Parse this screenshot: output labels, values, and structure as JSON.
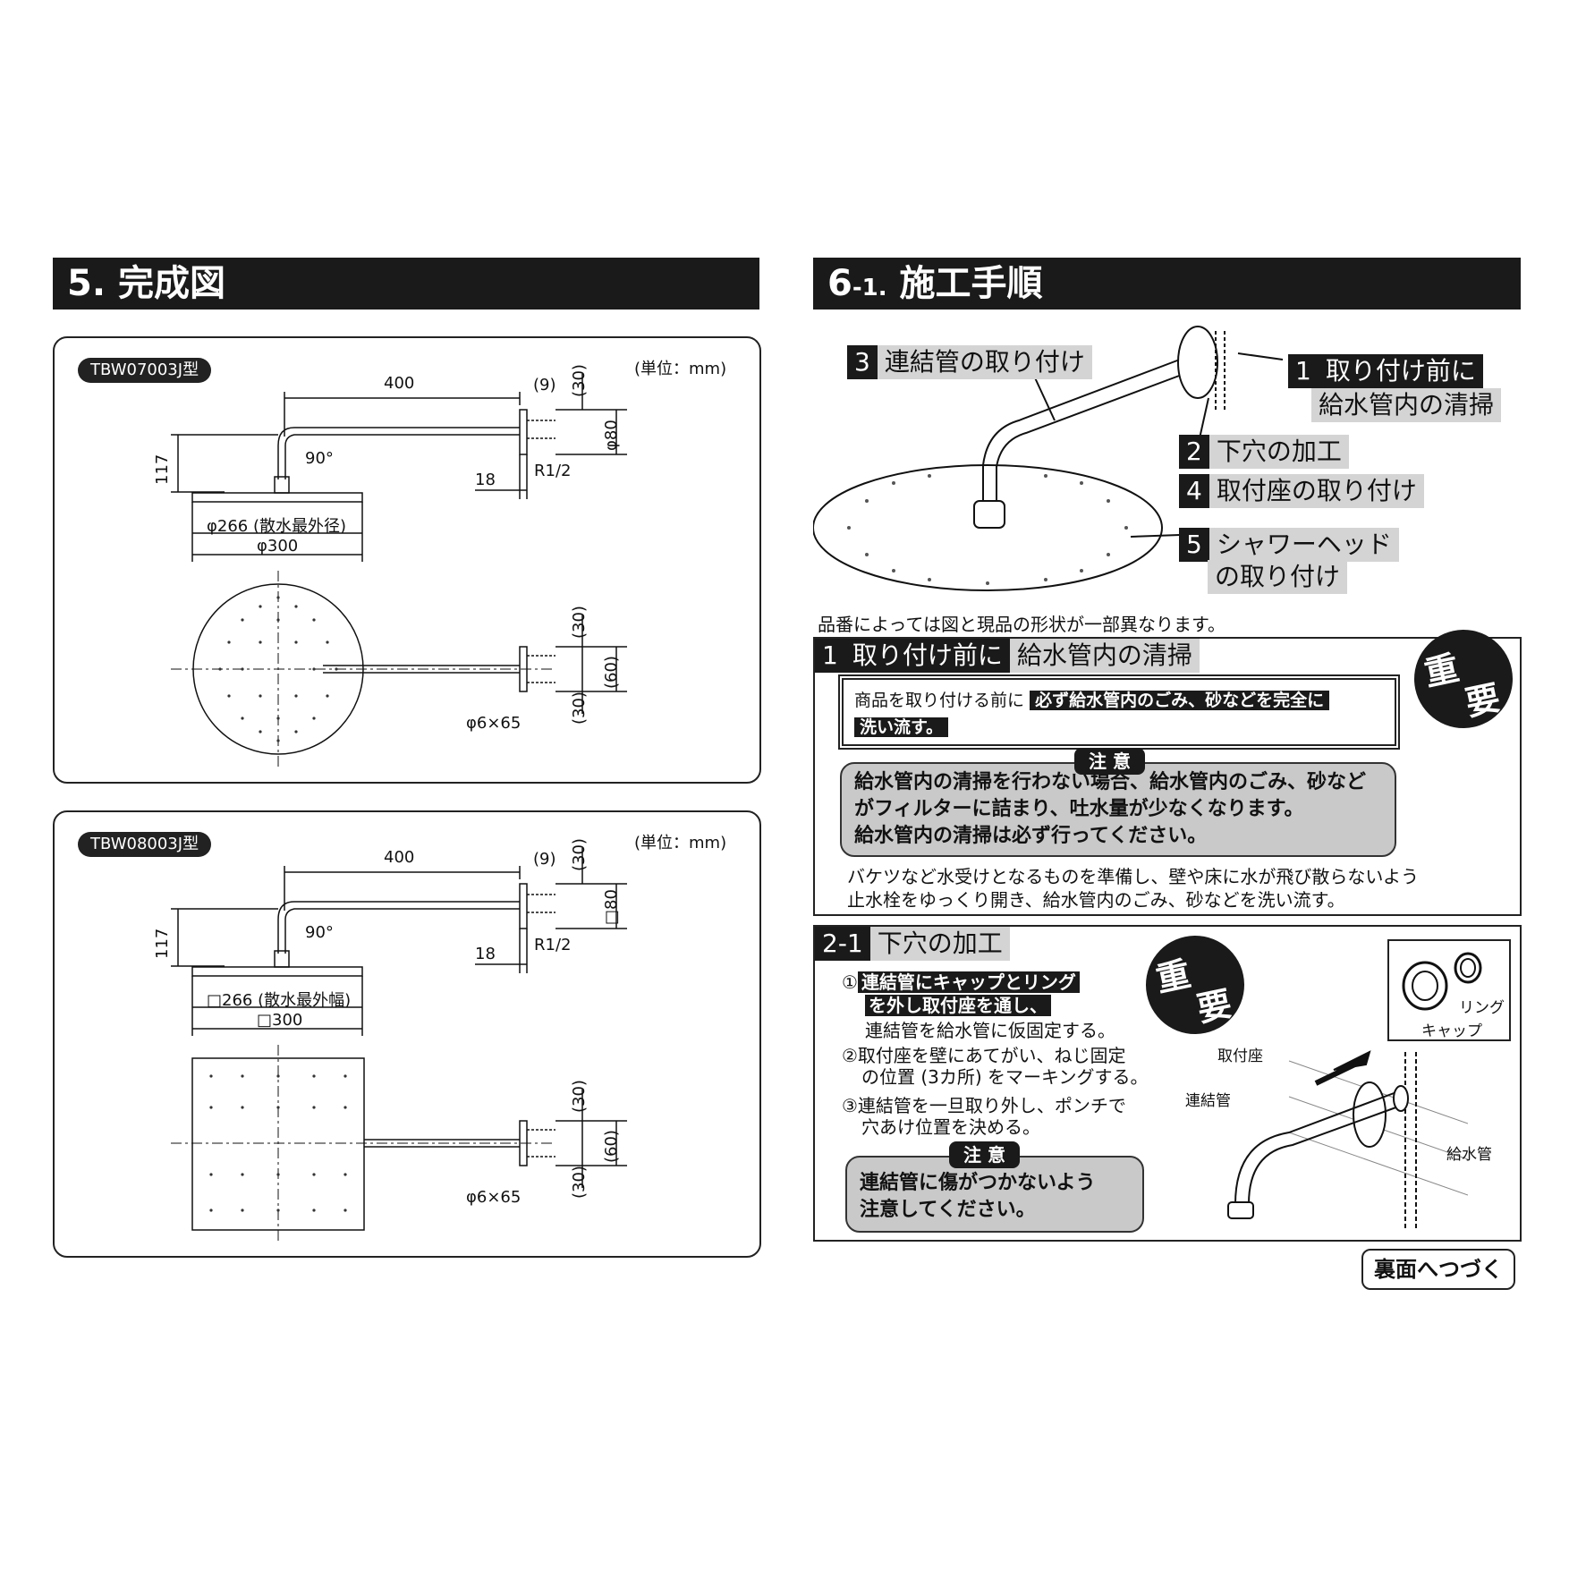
{
  "sec5": {
    "number": "5.",
    "title": "完成図"
  },
  "sec6": {
    "number": "6",
    "sub": "-1.",
    "title": "施工手順"
  },
  "panel1": {
    "model": "TBW07003J型",
    "unit": "(単位：mm)",
    "dim_400": "400",
    "dim_9": "(9)",
    "dim_30a": "(30)",
    "dim_80": "φ80",
    "dim_117": "117",
    "dim_90": "90°",
    "dim_r12": "R1/2",
    "dim_18": "18",
    "dim_266": "φ266 (散水最外径)",
    "dim_300": "φ300",
    "dim_30b": "(30)",
    "dim_60": "(60)",
    "dim_30c": "(30)",
    "dim_screw": "φ6×65"
  },
  "panel2": {
    "model": "TBW08003J型",
    "unit": "(単位：mm)",
    "dim_400": "400",
    "dim_9": "(9)",
    "dim_30a": "(30)",
    "dim_80": "□80",
    "dim_117": "117",
    "dim_90": "90°",
    "dim_r12": "R1/2",
    "dim_18": "18",
    "dim_266": "□266 (散水最外幅)",
    "dim_300": "□300",
    "dim_30b": "(30)",
    "dim_60": "(60)",
    "dim_30c": "(30)",
    "dim_screw": "φ6×65"
  },
  "steps_overview": {
    "s3_num": "3",
    "s3_text": "連結管の取り付け",
    "s1_num": "1",
    "s1_text": "取り付け前に",
    "s1_text2": "給水管内の清掃",
    "s2_num": "2",
    "s2_text": "下穴の加工",
    "s4_num": "4",
    "s4_text": "取付座の取り付け",
    "s5_num": "5",
    "s5_text": "シャワーヘッド",
    "s5_text2": "の取り付け",
    "note": "品番によっては図と現品の形状が一部異なります。"
  },
  "step1": {
    "num": "1",
    "title_dark": "取り付け前に",
    "title_grey": "給水管内の清掃",
    "badge_1": "重",
    "badge_2": "要",
    "box_prefix": "商品を取り付ける前に",
    "box_bold1": "必ず給水管内のごみ、砂などを完全に",
    "box_bold2": "洗い流す。",
    "caution_tag": "注 意",
    "caution_l1": "給水管内の清掃を行わない場合、給水管内のごみ、砂など",
    "caution_l2": "がフィルターに詰まり、吐水量が少なくなります。",
    "caution_l3": "給水管内の清掃は必ず行ってください。",
    "body_l1": "バケツなど水受けとなるものを準備し、壁や床に水が飛び散らないよう",
    "body_l2": "止水栓をゆっくり開き、給水管内のごみ、砂などを洗い流す。"
  },
  "step2": {
    "num": "2-1",
    "title": "下穴の加工",
    "badge_1": "重",
    "badge_2": "要",
    "i1_mark": "①",
    "i1_bold1": "連結管にキャップとリング",
    "i1_bold2": "を外し取付座を通し、",
    "i1_l3": "連結管を給水管に仮固定する。",
    "i2_l1": "②取付座を壁にあてがい、ねじ固定",
    "i2_l2": "の位置 (3カ所) をマーキングする。",
    "i3_l1": "③連結管を一旦取り外し、ポンチで",
    "i3_l2": "穴あけ位置を決める。",
    "caution_tag": "注 意",
    "caution_l1": "連結管に傷がつかないよう",
    "caution_l2": "注意してください。",
    "lbl_ring": "リング",
    "lbl_cap": "キャップ",
    "lbl_seat": "取付座",
    "lbl_pipe": "連結管",
    "lbl_supply": "給水管"
  },
  "continue": "裏面へつづく"
}
